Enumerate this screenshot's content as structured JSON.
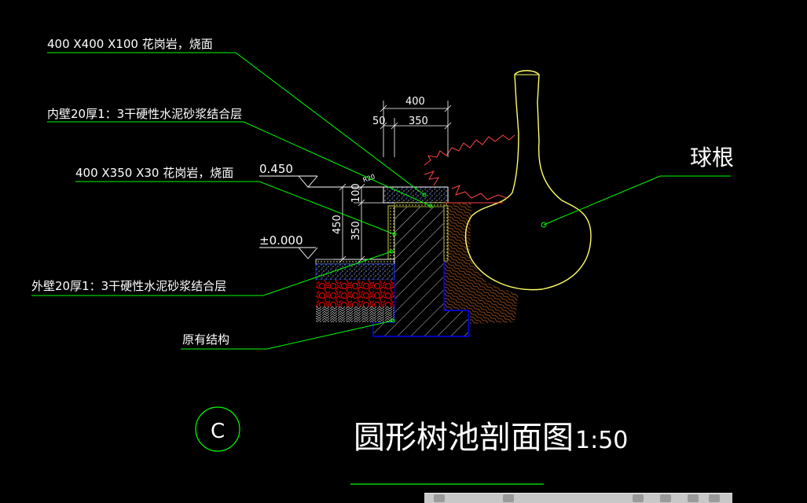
{
  "drawing": {
    "labels": {
      "granite_cap": "400 X400 X100 花岗岩，烧面",
      "inner_wall": "内壁20厚1：3干硬性水泥砂浆结合层",
      "granite_side": "400 X350 X30 花岗岩，烧面",
      "outer_wall": "外壁20厚1：3干硬性水泥砂浆结合层",
      "existing_structure": "原有结构",
      "root_ball": "球根"
    },
    "dimensions": {
      "width_total": "400",
      "width_a": "50",
      "width_b": "350",
      "height_total": "450",
      "height_cap": "100",
      "height_wall": "350",
      "radius": "R20"
    },
    "elevations": {
      "top": "0.450",
      "ground": "±0.000"
    },
    "title": {
      "section_mark": "C",
      "name": "圆形树池剖面图",
      "scale": "1:50"
    },
    "colors": {
      "background": "#000000",
      "leader": "#00ff00",
      "text": "#ffffff",
      "tree": "#ffff66",
      "concrete": "#0000ff",
      "gravel": "#ff0000",
      "soil": "#8b4513"
    }
  }
}
